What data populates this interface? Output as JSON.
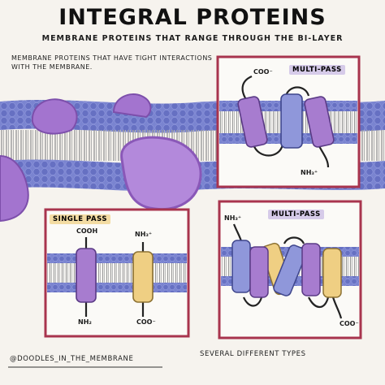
{
  "header": {
    "title": "INTEGRAL PROTEINS",
    "subtitle": "MEMBRANE PROTEINS THAT RANGE THROUGH THE BI-LAYER"
  },
  "description": "MEMBRANE PROTEINS THAT HAVE TIGHT INTERACTIONS WITH THE MEMBRANE.",
  "panels": {
    "multi_pass_top": {
      "label": "MULTI-PASS",
      "terminal_top": "COO⁻",
      "terminal_bottom": "NH₃⁺"
    },
    "single_pass": {
      "label": "SINGLE PASS",
      "left_top": "COOH",
      "left_bottom": "NH₂",
      "right_top": "NH₃⁺",
      "right_bottom": "COO⁻"
    },
    "multi_pass_bottom": {
      "label": "MULTI-PASS",
      "terminal_top": "NH₃⁺",
      "terminal_bottom": "COO⁻"
    }
  },
  "footer": {
    "credit": "@DOODLES_IN_THE_MEMBRANE",
    "caption": "SEVERAL DIFFERENT TYPES"
  },
  "colors": {
    "membrane_blue": "#6f79c8",
    "purple_protein": "#a77ccf",
    "blue_protein": "#8f97da",
    "yellow_protein": "#efcf83",
    "panel_border": "#a8344e",
    "tail_gray": "#9a9a9a",
    "highlight_yellow": "#f3dca3"
  }
}
